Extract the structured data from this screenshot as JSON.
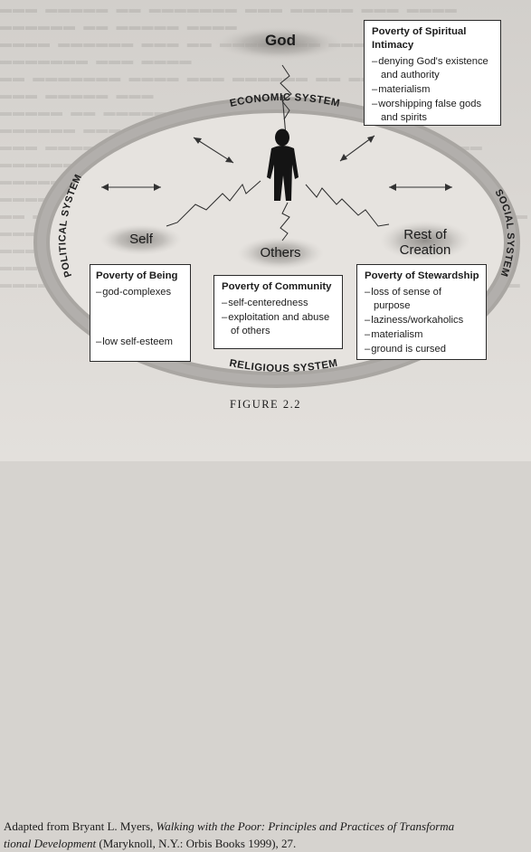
{
  "diagram": {
    "center_node": "God",
    "ring_labels": {
      "top": "ECONOMIC SYSTEM",
      "left": "POLITICAL SYSTEM",
      "right": "SOCIAL SYSTEM",
      "bottom": "RELIGIOUS SYSTEM"
    },
    "nodes": {
      "self": "Self",
      "others": "Others",
      "rest_of_creation_line1": "Rest of",
      "rest_of_creation_line2": "Creation"
    },
    "boxes": {
      "spiritual_intimacy": {
        "title": "Poverty of Spiritual Intimacy",
        "items": [
          "denying God's existence and authority",
          "materialism",
          "worshipping false gods and spirits"
        ]
      },
      "being": {
        "title": "Poverty of Being",
        "items": [
          "god-complexes",
          "low self-esteem"
        ]
      },
      "community": {
        "title": "Poverty of Community",
        "items": [
          "self-centeredness",
          "exploitation and abuse of others"
        ]
      },
      "stewardship": {
        "title": "Poverty of Stewardship",
        "items": [
          "loss of sense of purpose",
          "laziness/workaholics",
          "materialism",
          "ground is cursed"
        ]
      }
    }
  },
  "caption": {
    "figure": "FIGURE 2.2",
    "source_prefix": "Adapted from Bryant L. Myers, ",
    "source_title_line1": "Walking with the Poor: Principles and Practices of Transforma",
    "source_title_line2": "tional Development",
    "source_suffix": " (Maryknoll, N.Y.: Orbis Books 1999), 27."
  }
}
